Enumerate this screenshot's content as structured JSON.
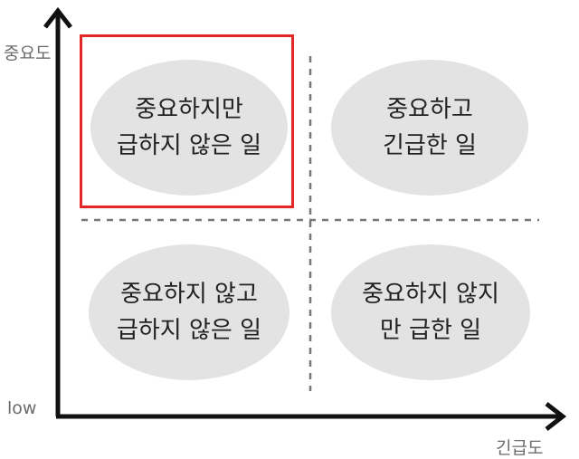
{
  "axes": {
    "y_label": "중요도",
    "low_label": "low",
    "x_label": "긴급도"
  },
  "quadrants": {
    "important_not_urgent": {
      "text": "중요하지만\n급하지 않은 일",
      "highlighted": true
    },
    "important_urgent": {
      "text": "중요하고\n긴급한 일"
    },
    "not_important_not_urgent": {
      "text": "중요하지 않고\n급하지 않은 일"
    },
    "not_important_urgent": {
      "text": "중요하지 않지\n만 급한 일"
    }
  },
  "colors": {
    "highlight": "#e32626",
    "ellipse": "#e3e3e3",
    "axis": "#111111",
    "divider": "#777777"
  }
}
